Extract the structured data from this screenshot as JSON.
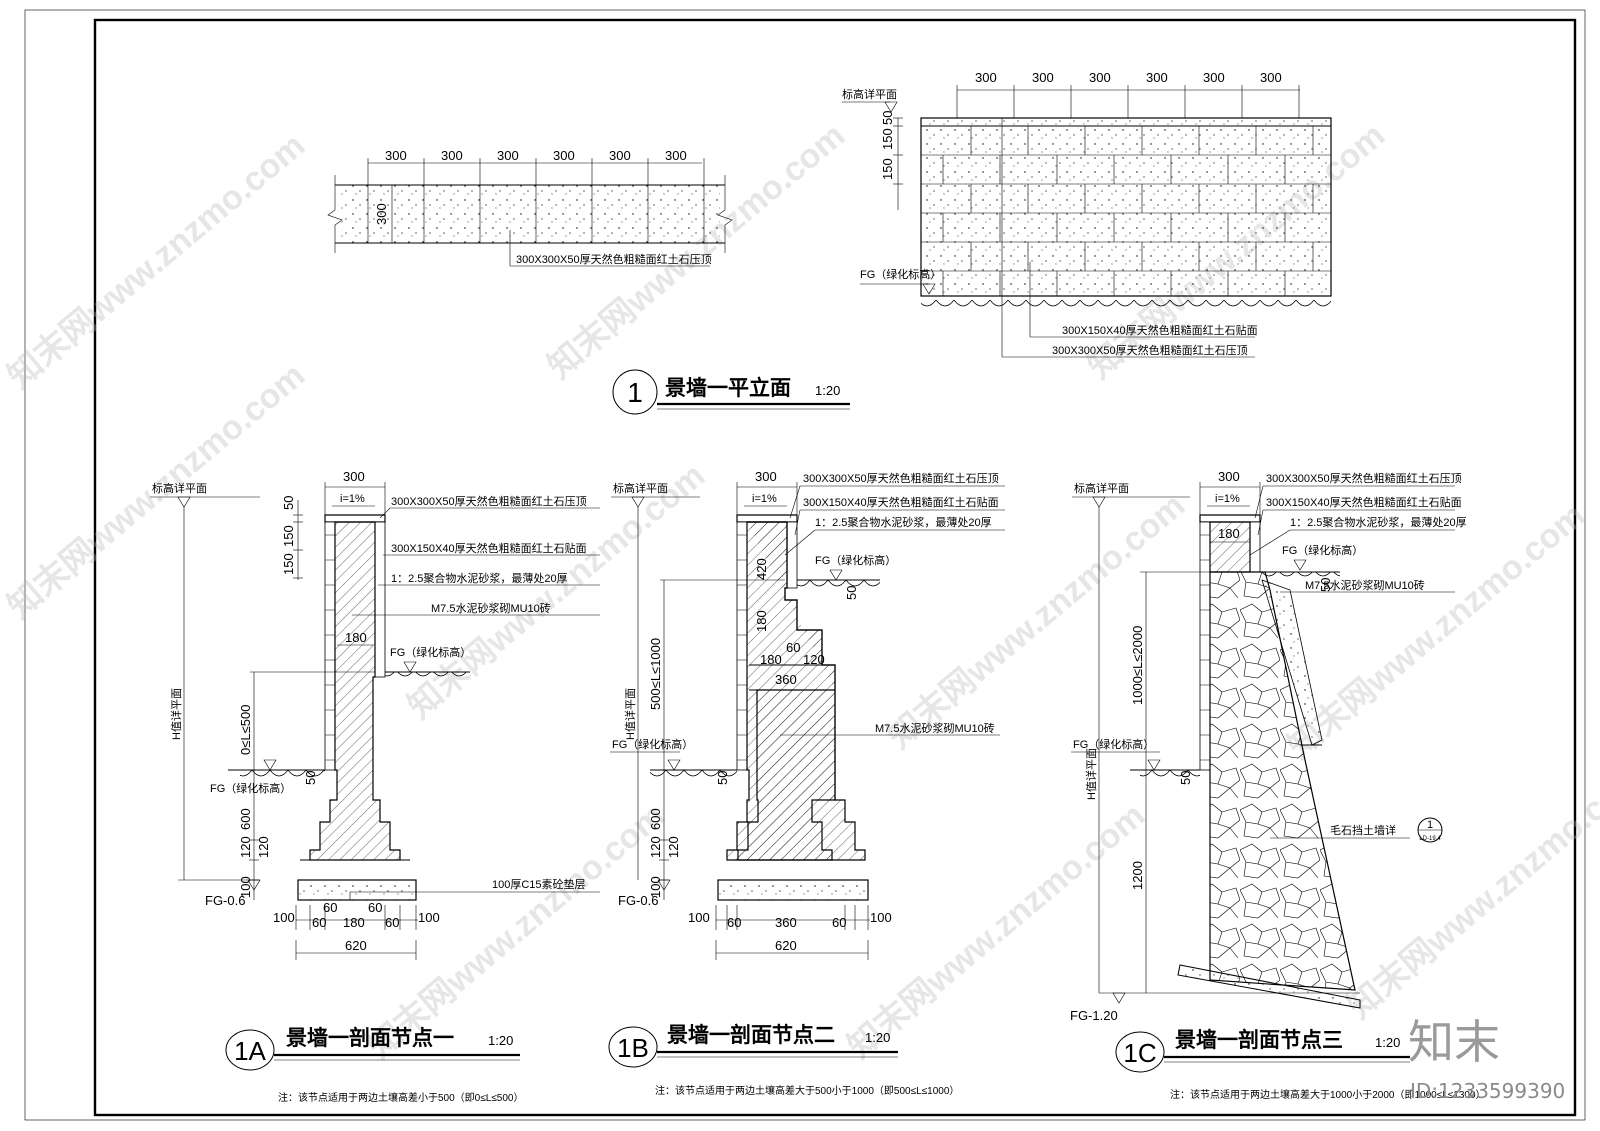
{
  "watermarks": [
    "知末网www.znzmo.com"
  ],
  "brand": {
    "logo": "知末",
    "id": "ID:1233599390"
  },
  "plan": {
    "dims": [
      "300",
      "300",
      "300",
      "300",
      "300",
      "300"
    ],
    "side_dim": "300",
    "label": "300X300X50厚天然色粗糙面红土石压顶"
  },
  "elevation": {
    "top_label": "标高详平面",
    "dims": [
      "300",
      "300",
      "300",
      "300",
      "300",
      "300"
    ],
    "side_dims": [
      "50",
      "150",
      "150"
    ],
    "fg": "FG（绿化标高）",
    "label1": "300X150X40厚天然色粗糙面红土石贴面",
    "label2": "300X300X50厚天然色粗糙面红土石压顶"
  },
  "title1": {
    "num": "1",
    "text": "景墙一平立面",
    "scale": "1:20"
  },
  "sectionA": {
    "top_label": "标高详平面",
    "w300": "300",
    "slope": "i=1%",
    "l1": "300X300X50厚天然色粗糙面红土石压顶",
    "l2": "300X150X40厚天然色粗糙面红土石贴面",
    "l3": "1：2.5聚合物水泥砂浆，最薄处20厚",
    "l4": "M7.5水泥砂浆砌MU10砖",
    "d180": "180",
    "fg_r": "FG（绿化标高）",
    "fg_l": "FG（绿化标高）",
    "range": "0≤L≤500",
    "hval": "H值详平面",
    "d50": "50",
    "d150a": "150",
    "d150b": "150",
    "d50b": "50",
    "d600": "600",
    "d120a": "120",
    "d120b": "120",
    "d100": "100",
    "l5": "100厚C15素砼垫层",
    "fg06": "FG-0.6",
    "bot": [
      "100",
      "60",
      "180",
      "60",
      "100"
    ],
    "bot_60a": "60",
    "bot_60b": "60",
    "total": "620",
    "note": "注：该节点适用于两边土壤高差小于500（即0≤L≤500）"
  },
  "titleA": {
    "num": "1A",
    "text": "景墙一剖面节点一",
    "scale": "1:20"
  },
  "sectionB": {
    "top_label": "标高详平面",
    "w300": "300",
    "slope": "i=1%",
    "l1": "300X300X50厚天然色粗糙面红土石压顶",
    "l2": "300X150X40厚天然色粗糙面红土石贴面",
    "l3": "1：2.5聚合物水泥砂浆，最薄处20厚",
    "fg_r": "FG（绿化标高）",
    "d50r": "50",
    "d420": "420",
    "d180": "180",
    "d60": "60",
    "d180b": "180",
    "d120": "120",
    "d360": "360",
    "range": "500≤L≤1000",
    "hval": "H值详平面",
    "l4": "M7.5水泥砂浆砌MU10砖",
    "fg_l": "FG（绿化标高）",
    "d50b": "50",
    "d600": "600",
    "d120a": "120",
    "d120b": "120",
    "d100": "100",
    "fg06": "FG-0.6",
    "bot": [
      "100",
      "60",
      "360",
      "60",
      "100"
    ],
    "total": "620",
    "note": "注：该节点适用于两边土壤高差大于500小于1000（即500≤L≤1000）"
  },
  "titleB": {
    "num": "1B",
    "text": "景墙一剖面节点二",
    "scale": "1:20"
  },
  "sectionC": {
    "top_label": "标高详平面",
    "w300": "300",
    "slope": "i=1%",
    "l1": "300X300X50厚天然色粗糙面红土石压顶",
    "l2": "300X150X40厚天然色粗糙面红土石贴面",
    "l3": "1：2.5聚合物水泥砂浆，最薄处20厚",
    "d180": "180",
    "fg_r": "FG（绿化标高）",
    "l4": "M7.5水泥砂浆砌MU10砖",
    "d50r": "50",
    "range": "1000≤L≤2000",
    "hval": "H值详平面",
    "fg_l": "FG（绿化标高）",
    "d50b": "50",
    "l5": "毛石挡土墙详",
    "ref_num": "1",
    "ref_sheet": "LD-19.4",
    "d1200": "1200",
    "fg12": "FG-1.20",
    "note": "注：该节点适用于两边土壤高差大于1000小于2000（即1000≤L≤1300）"
  },
  "titleC": {
    "num": "1C",
    "text": "景墙一剖面节点三",
    "scale": "1:20"
  }
}
